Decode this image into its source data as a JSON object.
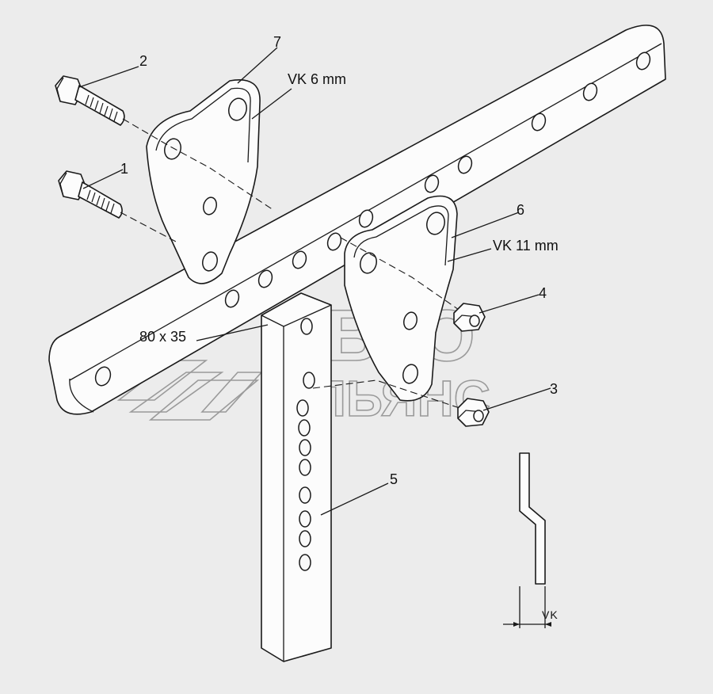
{
  "diagram": {
    "callouts": {
      "bolt_upper": "2",
      "bolt_lower": "1",
      "bracket_upper": "7",
      "bracket_lower": "6",
      "nut_upper": "4",
      "nut_lower": "3",
      "post": "5"
    },
    "annotations": {
      "bracket_upper_offset": "VK 6 mm",
      "bracket_lower_offset": "VK 11 mm",
      "beam_section": "80 x 35",
      "detail_offset": "VK"
    },
    "watermark": {
      "line1": "АВТО",
      "line2": "АЛЬЯНС"
    }
  }
}
